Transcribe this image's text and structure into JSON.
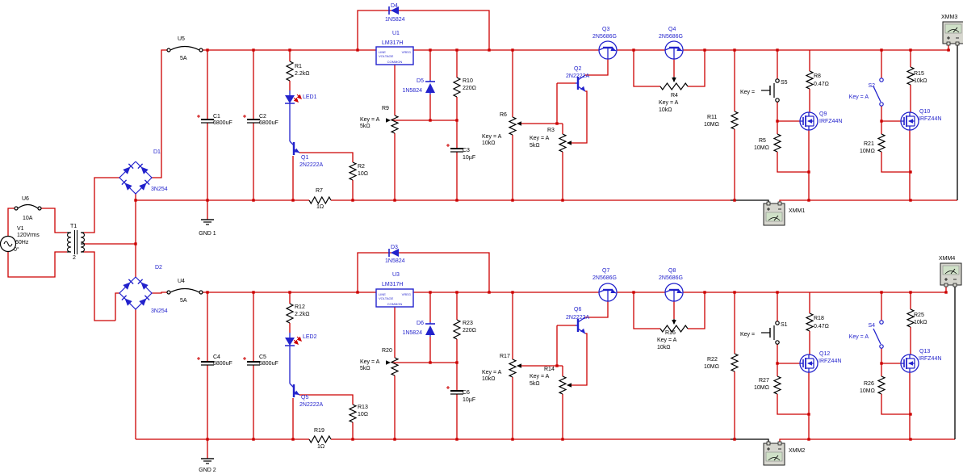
{
  "app": {
    "name": "circuit-schematic",
    "background": "#ffffff",
    "wire_color": "#cc0000",
    "symbol_color": "#2222cc",
    "text_color": "#000000",
    "meter_body_color": "#d6d6ce",
    "meter_screen_color": "#cfe0c7"
  },
  "components": [
    {
      "id": "V1",
      "labels": [
        "V1",
        "120Vrms",
        "60Hz",
        "0°"
      ]
    },
    {
      "id": "U6",
      "labels": [
        "U6",
        "10A"
      ]
    },
    {
      "id": "T1",
      "labels": [
        "T1",
        "2"
      ]
    },
    {
      "id": "U5",
      "labels": [
        "U5",
        "5A"
      ]
    },
    {
      "id": "U4",
      "labels": [
        "U4",
        "5A"
      ]
    },
    {
      "id": "D1",
      "labels": [
        "D1",
        "3N254"
      ]
    },
    {
      "id": "D2",
      "labels": [
        "D2",
        "3N254"
      ]
    },
    {
      "id": "C1",
      "labels": [
        "C1",
        "6800uF"
      ]
    },
    {
      "id": "C2",
      "labels": [
        "C2",
        "6800uF"
      ]
    },
    {
      "id": "C3",
      "labels": [
        "C3",
        "10µF"
      ]
    },
    {
      "id": "C4",
      "labels": [
        "C4",
        "6800uF"
      ]
    },
    {
      "id": "C5",
      "labels": [
        "C5",
        "6800uF"
      ]
    },
    {
      "id": "C6",
      "labels": [
        "C6",
        "10µF"
      ]
    },
    {
      "id": "R1",
      "labels": [
        "R1",
        "2.2kΩ"
      ]
    },
    {
      "id": "R12",
      "labels": [
        "R12",
        "2.2kΩ"
      ]
    },
    {
      "id": "LED1",
      "labels": [
        "LED1"
      ]
    },
    {
      "id": "LED2",
      "labels": [
        "LED2"
      ]
    },
    {
      "id": "Q1",
      "labels": [
        "Q1",
        "2N2222A"
      ]
    },
    {
      "id": "Q5",
      "labels": [
        "Q5",
        "2N2222A"
      ]
    },
    {
      "id": "R2",
      "labels": [
        "R2",
        "10Ω"
      ]
    },
    {
      "id": "R13",
      "labels": [
        "R13",
        "10Ω"
      ]
    },
    {
      "id": "R7",
      "labels": [
        "R7",
        "1Ω"
      ]
    },
    {
      "id": "R19",
      "labels": [
        "R19",
        "1Ω"
      ]
    },
    {
      "id": "D4",
      "labels": [
        "D4",
        "1N5824"
      ]
    },
    {
      "id": "D3",
      "labels": [
        "D3",
        "1N5824"
      ]
    },
    {
      "id": "U1",
      "labels": [
        "U1",
        "LM317H",
        "LINE",
        "VOLTAGE",
        "VREG",
        "COMMON"
      ]
    },
    {
      "id": "U3",
      "labels": [
        "U3",
        "LM317H",
        "LINE",
        "VOLTAGE",
        "VREG",
        "COMMON"
      ]
    },
    {
      "id": "D5",
      "labels": [
        "D5",
        "1N5824"
      ]
    },
    {
      "id": "D6",
      "labels": [
        "D6",
        "1N5824"
      ]
    },
    {
      "id": "R9",
      "labels": [
        "R9",
        "Key = A",
        "5kΩ"
      ]
    },
    {
      "id": "R20",
      "labels": [
        "R20",
        "Key = A",
        "5kΩ"
      ]
    },
    {
      "id": "R10",
      "labels": [
        "R10",
        "220Ω"
      ]
    },
    {
      "id": "R23",
      "labels": [
        "R23",
        "220Ω"
      ]
    },
    {
      "id": "R6",
      "labels": [
        "R6",
        "Key = A",
        "10kΩ"
      ]
    },
    {
      "id": "R17",
      "labels": [
        "R17",
        "Key = A",
        "10kΩ"
      ]
    },
    {
      "id": "R3",
      "labels": [
        "R3",
        "Key = A",
        "5kΩ"
      ]
    },
    {
      "id": "R14",
      "labels": [
        "R14",
        "Key = A",
        "5kΩ"
      ]
    },
    {
      "id": "Q2",
      "labels": [
        "Q2",
        "2N2222A"
      ]
    },
    {
      "id": "Q6",
      "labels": [
        "Q6",
        "2N2222A"
      ]
    },
    {
      "id": "Q3",
      "labels": [
        "Q3",
        "2N5686G"
      ]
    },
    {
      "id": "Q4",
      "labels": [
        "Q4",
        "2N5686G"
      ]
    },
    {
      "id": "Q7",
      "labels": [
        "Q7",
        "2N5686G"
      ]
    },
    {
      "id": "Q8",
      "labels": [
        "Q8",
        "2N5686G"
      ]
    },
    {
      "id": "R4",
      "labels": [
        "R4",
        "Key = A",
        "10kΩ"
      ]
    },
    {
      "id": "R16",
      "labels": [
        "R16",
        "Key = A",
        "10kΩ"
      ]
    },
    {
      "id": "R11",
      "labels": [
        "R11",
        "10MΩ"
      ]
    },
    {
      "id": "R22",
      "labels": [
        "R22",
        "10MΩ"
      ]
    },
    {
      "id": "S5",
      "labels": [
        "S5",
        "Key = "
      ]
    },
    {
      "id": "S1",
      "labels": [
        "S1",
        "Key = "
      ]
    },
    {
      "id": "R5",
      "labels": [
        "R5",
        "10MΩ"
      ]
    },
    {
      "id": "R27",
      "labels": [
        "R27",
        "10MΩ"
      ]
    },
    {
      "id": "R8",
      "labels": [
        "R8",
        "0.47Ω"
      ]
    },
    {
      "id": "R18",
      "labels": [
        "R18",
        "0.47Ω"
      ]
    },
    {
      "id": "Q9",
      "labels": [
        "Q9",
        "IRFZ44N"
      ]
    },
    {
      "id": "Q12",
      "labels": [
        "Q12",
        "IRFZ44N"
      ]
    },
    {
      "id": "Q10",
      "labels": [
        "Q10",
        "IRFZ44N"
      ]
    },
    {
      "id": "Q13",
      "labels": [
        "Q13",
        "IRFZ44N"
      ]
    },
    {
      "id": "S2",
      "labels": [
        "S2",
        "Key = A"
      ]
    },
    {
      "id": "S4",
      "labels": [
        "S4",
        "Key = A"
      ]
    },
    {
      "id": "R15",
      "labels": [
        "R15",
        "10kΩ"
      ]
    },
    {
      "id": "R25",
      "labels": [
        "R25",
        "10kΩ"
      ]
    },
    {
      "id": "R21",
      "labels": [
        "R21",
        "10MΩ"
      ]
    },
    {
      "id": "R26",
      "labels": [
        "R26",
        "10MΩ"
      ]
    },
    {
      "id": "XMM1",
      "labels": [
        "XMM1"
      ]
    },
    {
      "id": "XMM2",
      "labels": [
        "XMM2"
      ]
    },
    {
      "id": "XMM3",
      "labels": [
        "XMM3"
      ]
    },
    {
      "id": "XMM4",
      "labels": [
        "XMM4"
      ]
    },
    {
      "id": "GND1",
      "labels": [
        "GND 1"
      ]
    },
    {
      "id": "GND2",
      "labels": [
        "GND 2"
      ]
    }
  ]
}
